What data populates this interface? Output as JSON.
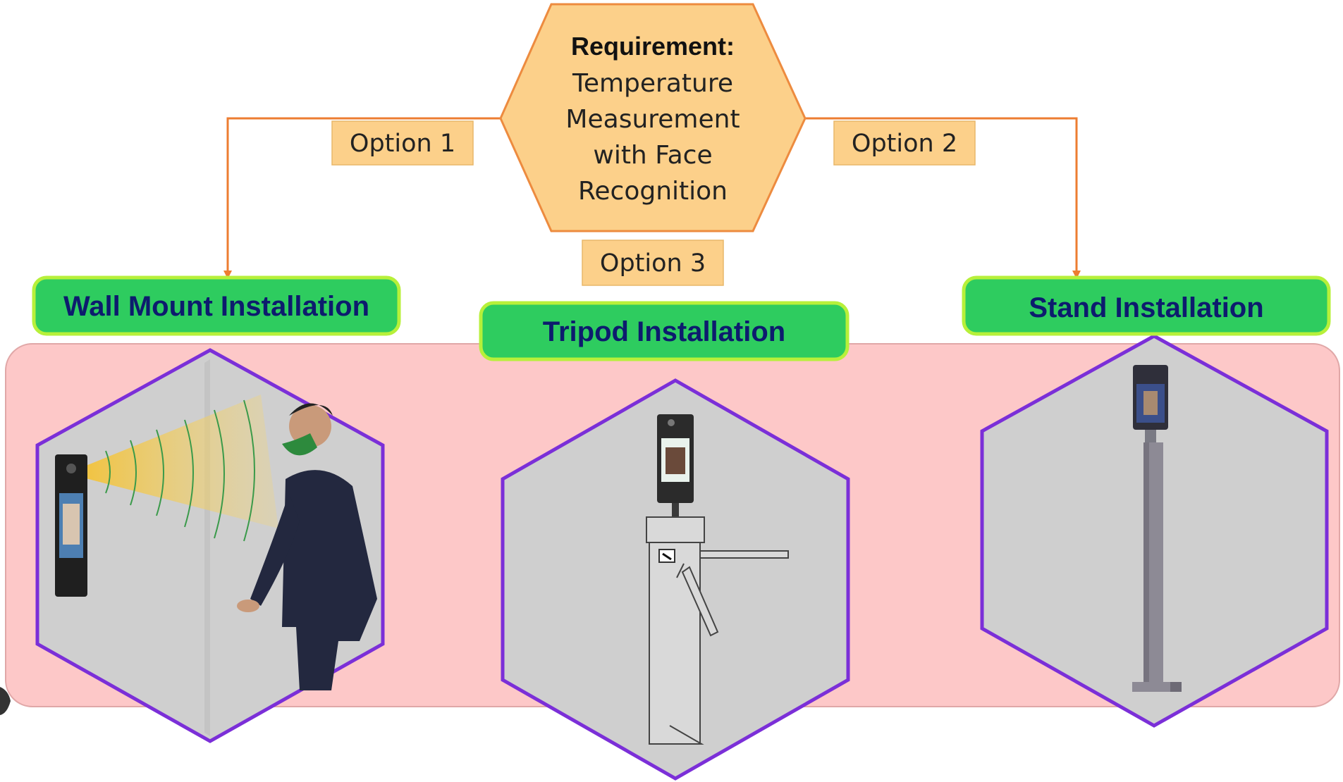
{
  "requirement": {
    "heading": "Requirement:",
    "lines": [
      "Temperature",
      "Measurement",
      "with Face",
      "Recognition"
    ]
  },
  "options": {
    "option1": "Option 1",
    "option2": "Option 2",
    "option3": "Option 3"
  },
  "installations": {
    "wall": "Wall Mount Installation",
    "tripod": "Tripod Installation",
    "stand": "Stand Installation"
  },
  "colors": {
    "hexagon_fill": "#fcd08a",
    "hexagon_stroke": "#ed8b3f",
    "option_fill": "#fcd08a",
    "arrow": "#ed7d31",
    "install_fill": "#2ecc5f",
    "install_stroke": "#b7f03a",
    "install_text": "#0d1b6e",
    "panel_fill": "#fdc8c8",
    "photo_hex_fill": "#cfcfcf",
    "photo_hex_stroke": "#7b2fd8"
  },
  "icons": [
    "thermal-wave-icon",
    "face-terminal-icon",
    "turnstile-icon",
    "stand-pole-icon"
  ]
}
